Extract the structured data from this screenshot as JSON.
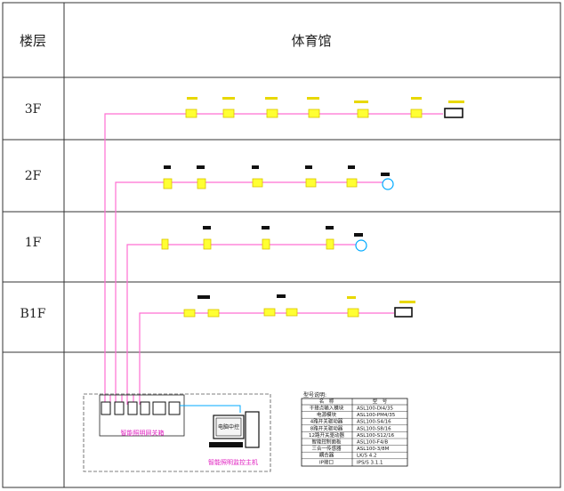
{
  "header": {
    "floor_col": "楼层",
    "building": "体育馆"
  },
  "floors": [
    "3F",
    "2F",
    "1F",
    "B1F"
  ],
  "panel": {
    "label": "智能照明网关箱"
  },
  "host": {
    "screen_label": "电脑中控",
    "label": "智能照明监控主机"
  },
  "legend": {
    "title": "型号说明:",
    "head": [
      "名　称",
      "型　号"
    ],
    "rows": [
      [
        "干接点输入模块",
        "ASL100-DI4/35"
      ],
      [
        "电源模块",
        "ASL100-PM4/35"
      ],
      [
        "4路开关驱动器",
        "ASL100-S4/16"
      ],
      [
        "8路开关驱动器",
        "ASL100-S8/16"
      ],
      [
        "12路开关驱动器",
        "ASL100-S12/16"
      ],
      [
        "智能控制面板",
        "ASL100-F4/B"
      ],
      [
        "三合一传感器",
        "ASL100-3/8M"
      ],
      [
        "耦合器",
        "LK/S 4.2"
      ],
      [
        "IP接口",
        "IPS/S 3.1.1"
      ]
    ]
  }
}
